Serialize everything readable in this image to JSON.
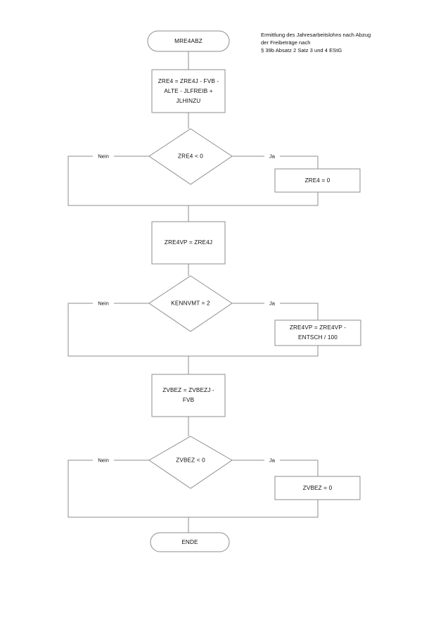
{
  "diagram": {
    "title_note": {
      "lines": [
        "Ermittlung des Jahresarbeitslohns nach Abzug",
        "der Freibeträge nach",
        "§ 39b Absatz 2 Satz 3 und 4 EStG"
      ]
    },
    "colors": {
      "stroke": "#8e8e8e",
      "text": "#111111",
      "background": "#ffffff"
    },
    "nodes": {
      "start": {
        "type": "terminal",
        "label": "MRE4ABZ"
      },
      "process_1": {
        "type": "process",
        "lines": [
          "ZRE4 = ZRE4J - FVB -",
          "ALTE - JLFREIB +",
          "JLHINZU"
        ]
      },
      "decision_1": {
        "type": "decision",
        "label": "ZRE4 < 0"
      },
      "process_1_yes": {
        "type": "process",
        "lines": [
          "ZRE4 = 0"
        ]
      },
      "process_2": {
        "type": "process",
        "lines": [
          "ZRE4VP = ZRE4J"
        ]
      },
      "decision_2": {
        "type": "decision",
        "label": "KENNVMT = 2"
      },
      "process_2_yes": {
        "type": "process",
        "lines": [
          "ZRE4VP = ZRE4VP -",
          "ENTSCH / 100"
        ]
      },
      "process_3": {
        "type": "process",
        "lines": [
          "ZVBEZ = ZVBEZJ -",
          "FVB"
        ]
      },
      "decision_3": {
        "type": "decision",
        "label": "ZVBEZ < 0"
      },
      "process_3_yes": {
        "type": "process",
        "lines": [
          "ZVBEZ = 0"
        ]
      },
      "end": {
        "type": "terminal",
        "label": "ENDE"
      }
    },
    "edge_labels": {
      "d1_no": "Nein",
      "d1_yes": "Ja",
      "d2_no": "Nein",
      "d2_yes": "Ja",
      "d3_no": "Nein",
      "d3_yes": "Ja"
    }
  }
}
